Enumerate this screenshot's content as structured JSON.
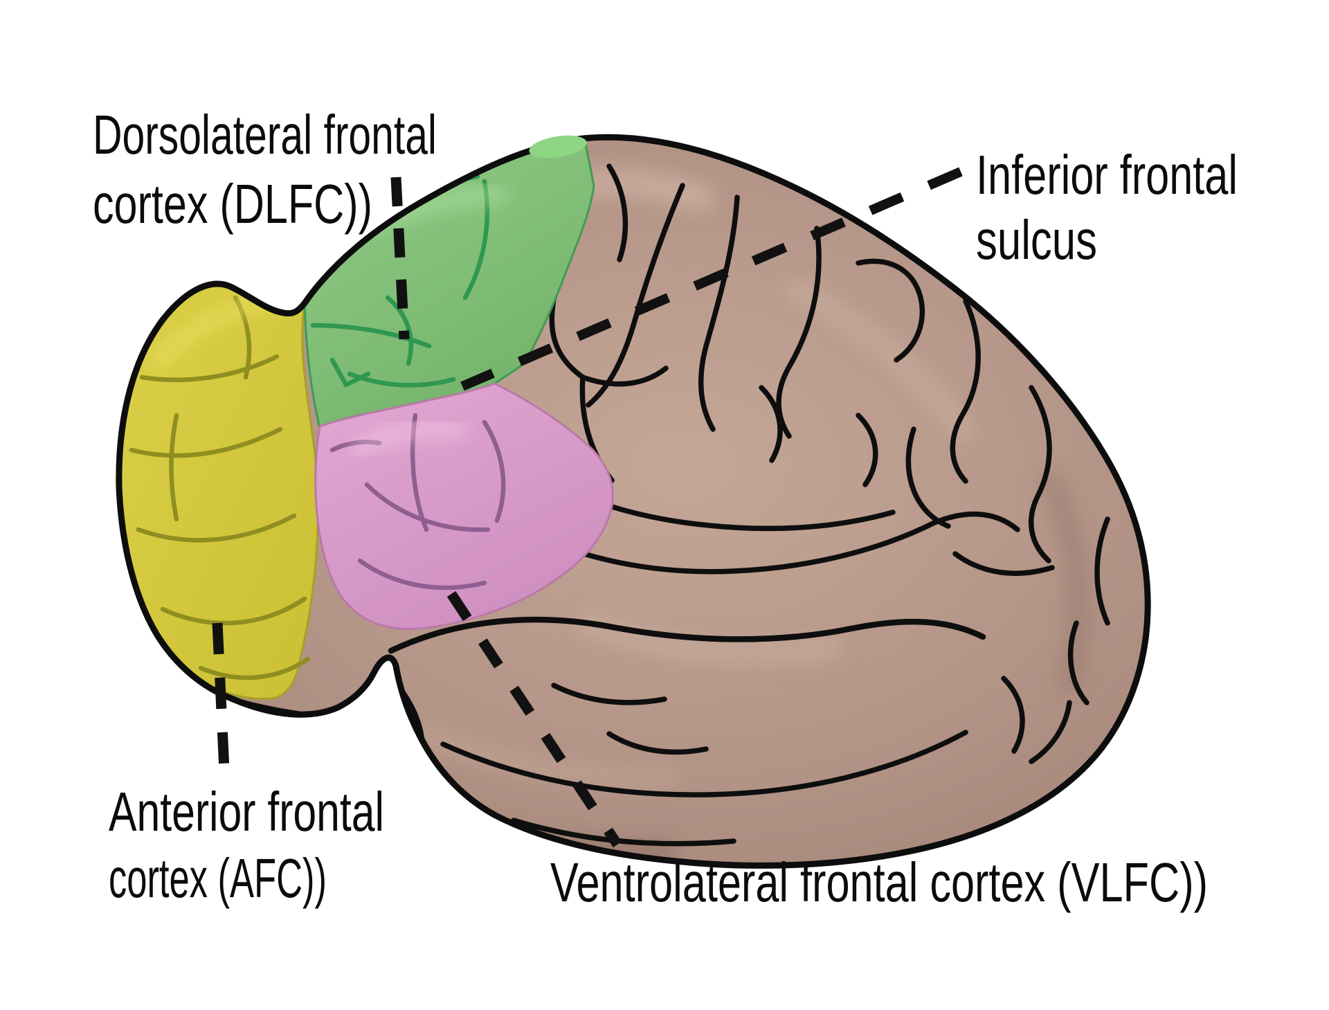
{
  "diagram": {
    "title": "Lateral view of brain with frontal cortex subdivisions",
    "background": "#ffffff",
    "outline_color": "#0d0d0d",
    "brain_fill": "#b29386"
  },
  "labels": {
    "dlfc_line1": "Dorsolateral frontal",
    "dlfc_line2": "cortex (DLFC))",
    "ifs_line1": "Inferior frontal",
    "ifs_line2": "sulcus",
    "afc_line1": "Anterior frontal",
    "afc_line2": "cortex (AFC))",
    "vlfc_line1": "Ventrolateral frontal cortex (VLFC))"
  },
  "regions": [
    {
      "id": "dlfc",
      "label": "Dorsolateral frontal cortex (DLFC)",
      "fill": "#85c07b",
      "sulci_color": "#2f9750"
    },
    {
      "id": "afc",
      "label": "Anterior frontal cortex (AFC)",
      "fill": "#d3c83b",
      "sulci_color": "#8f8e20"
    },
    {
      "id": "vlfc",
      "label": "Ventrolateral frontal cortex (VLFC)",
      "fill": "#d99bca",
      "sulci_color": "#8e5f90"
    },
    {
      "id": "ifs",
      "label": "Inferior frontal sulcus",
      "fill": null,
      "sulci_color": null
    }
  ],
  "callout_line_color": "#111111"
}
